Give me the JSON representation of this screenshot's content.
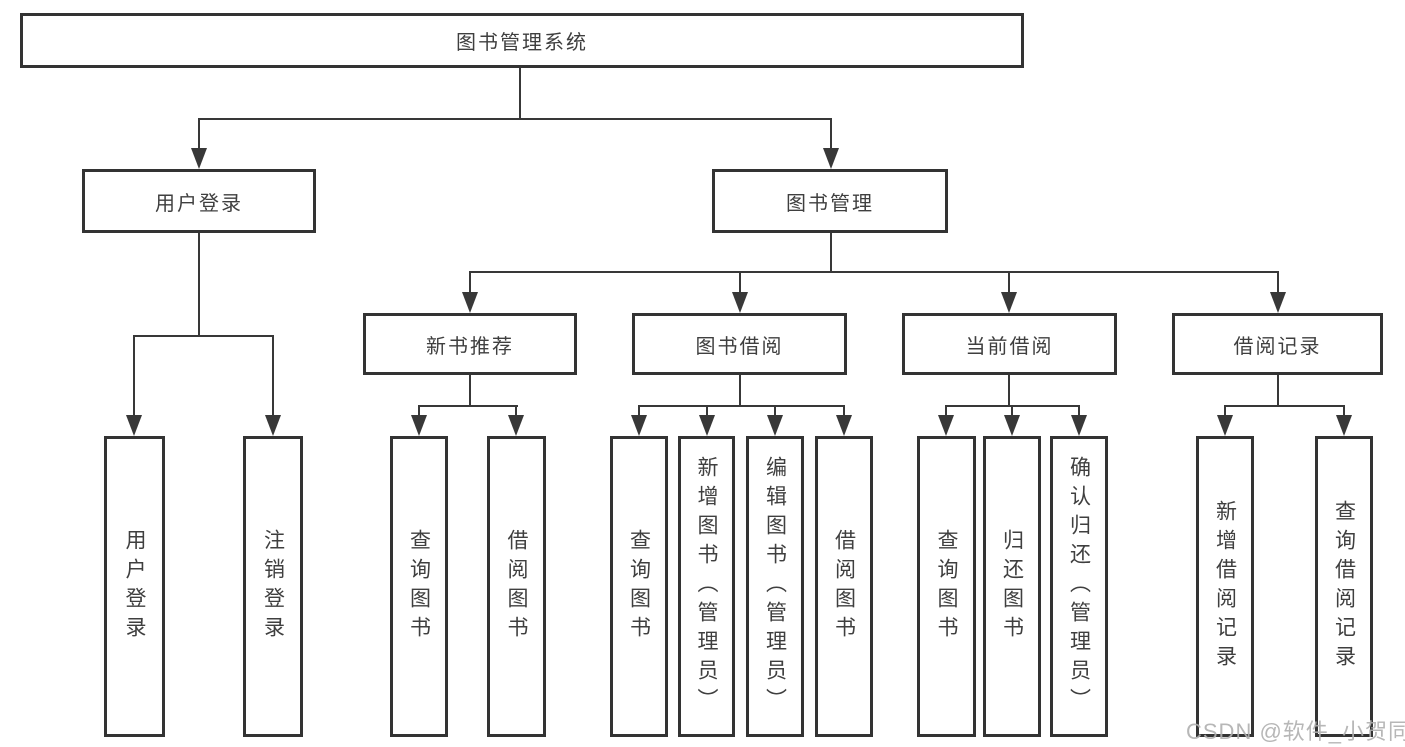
{
  "nodes": {
    "root": "图书管理系统",
    "user_login": "用户登录",
    "book_mgmt": "图书管理",
    "new_book_rec": "新书推荐",
    "book_borrow": "图书借阅",
    "current_borrow": "当前借阅",
    "borrow_record": "借阅记录",
    "leaf_user_login": "用户登录",
    "leaf_logout": "注销登录",
    "leaf_rec_query": "查询图书",
    "leaf_rec_borrow": "借阅图书",
    "leaf_bb_query": "查询图书",
    "leaf_bb_add": "新增图书（管理员）",
    "leaf_bb_edit": "编辑图书（管理员）",
    "leaf_bb_borrow": "借阅图书",
    "leaf_cb_query": "查询图书",
    "leaf_cb_return": "归还图书",
    "leaf_cb_confirm": "确认归还（管理员）",
    "leaf_br_add": "新增借阅记录",
    "leaf_br_query": "查询借阅记录"
  },
  "watermark": "CSDN @软件_小贺同学",
  "colors": {
    "box_border": "#333333",
    "connector_line": "#383838",
    "text": "#3f3f3f",
    "watermark": "#b0b0b0",
    "background": "#ffffff"
  }
}
